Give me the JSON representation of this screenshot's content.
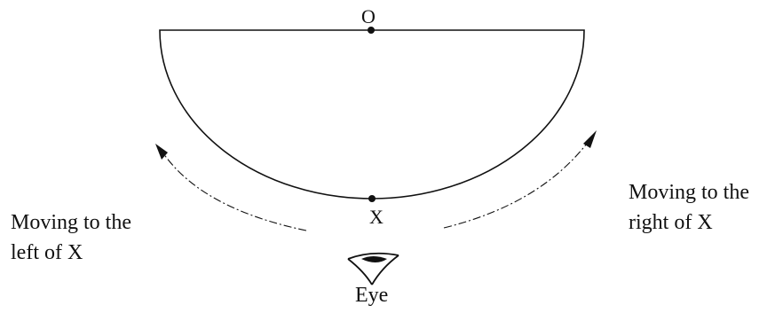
{
  "labels": {
    "center": "O",
    "bottom_point": "X",
    "left_motion": "Moving to the\nleft of X",
    "right_motion": "Moving to the\nright of X",
    "eye": "Eye"
  },
  "colors": {
    "ink": "#111111",
    "background": "#ffffff"
  }
}
